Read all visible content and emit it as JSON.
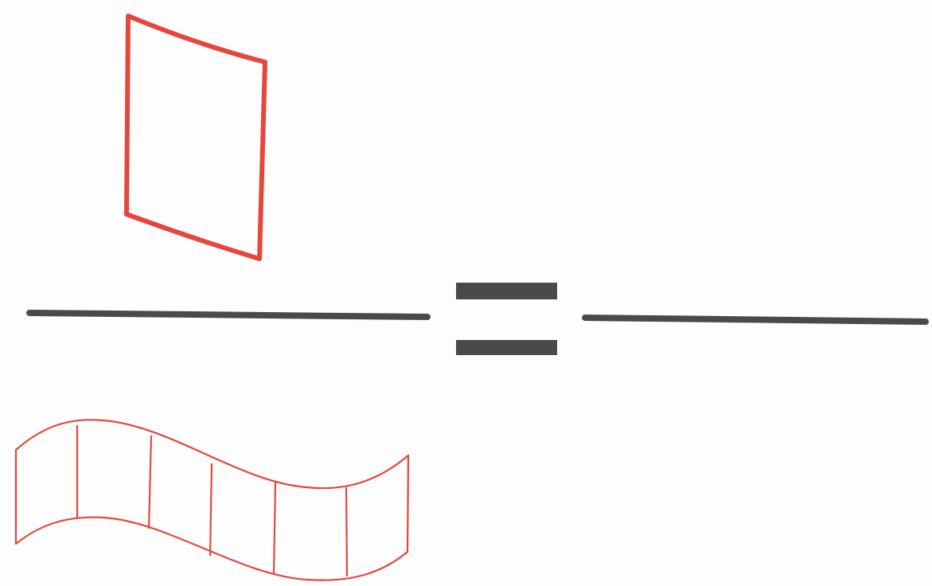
{
  "diagram": {
    "kind": "fraction-equation",
    "colors": {
      "background": "#fdfdfd",
      "shape_stroke": "#e5473c",
      "line": "#4a4a4a"
    },
    "elements": [
      {
        "id": "numerator",
        "depicts": "single-curved-panel",
        "panels": 1
      },
      {
        "id": "fraction-bar-left",
        "depicts": "fraction-bar"
      },
      {
        "id": "equals-sign",
        "depicts": "equals-sign"
      },
      {
        "id": "fraction-bar-right",
        "depicts": "fraction-bar"
      },
      {
        "id": "denominator",
        "depicts": "wavy-strip",
        "panels": 6
      }
    ]
  }
}
